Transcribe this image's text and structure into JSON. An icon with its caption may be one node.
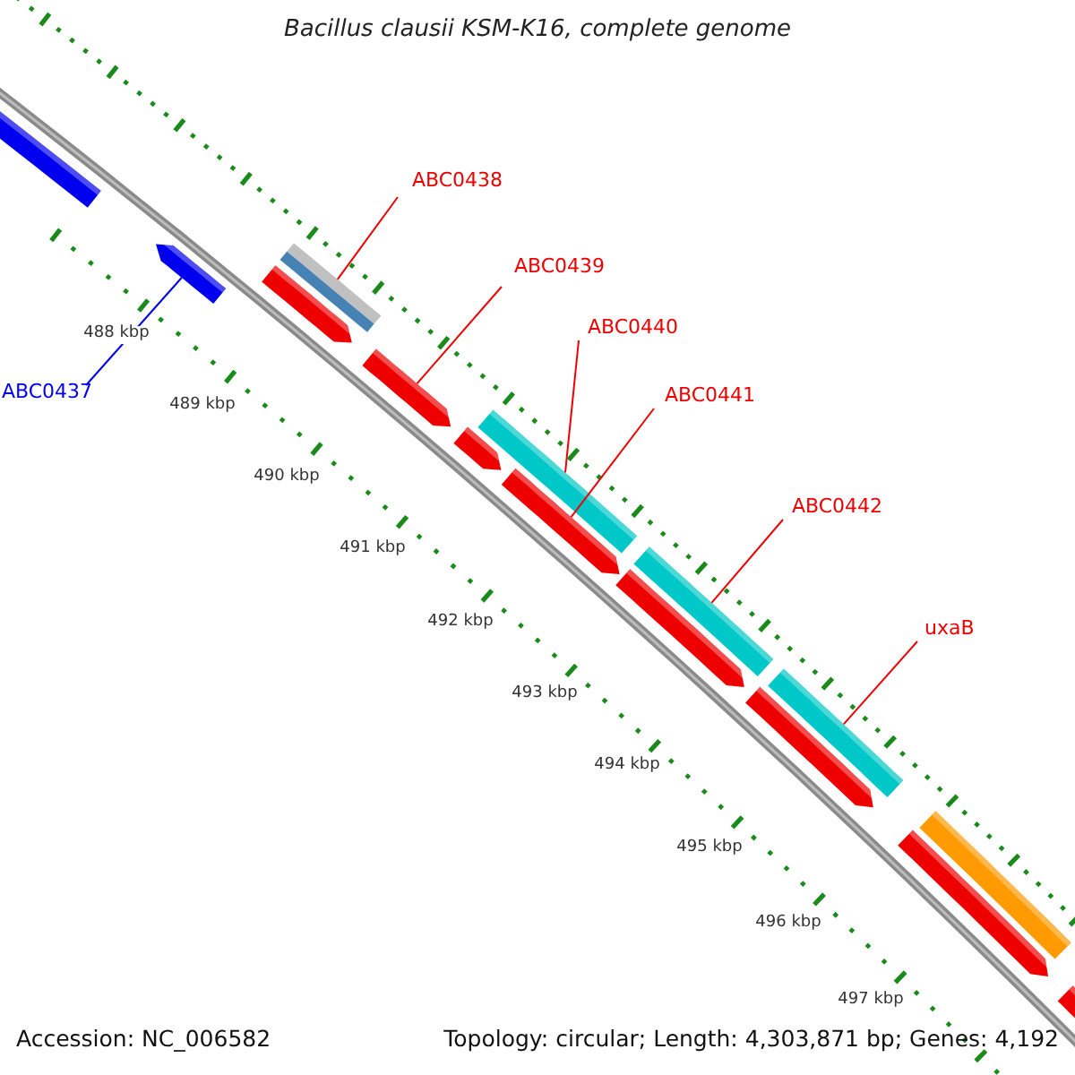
{
  "diagram": {
    "title": "Bacillus clausii KSM-K16, complete genome",
    "nodes": [
      {
        "text": [
          "ABC0437"
        ]
      },
      {
        "text": [],
        "shape": "bar"
      },
      {
        "text": [],
        "shape": "bar"
      },
      {
        "text": [
          "ABC0438"
        ]
      },
      {
        "text": [],
        "shape": "bar"
      },
      {
        "text": [],
        "shape": "bar"
      },
      {
        "text": [
          "ABC0439"
        ]
      },
      {
        "text": [],
        "shape": "bar"
      },
      {
        "text": [],
        "shape": "bar"
      },
      {
        "text": [
          "ABC0440"
        ]
      },
      {
        "text": [],
        "shape": "bar"
      },
      {
        "text": [
          "ABC0441"
        ]
      },
      {
        "text": [],
        "shape": "bar"
      },
      {
        "text": [],
        "shape": "bar"
      },
      {
        "text": [
          "ABC0442"
        ]
      },
      {
        "text": [],
        "shape": "bar"
      },
      {
        "text": [],
        "shape": "bar"
      },
      {
        "text": [
          "uxaB"
        ]
      },
      {
        "text": [],
        "shape": "bar"
      },
      {
        "text": [],
        "shape": "bar"
      },
      {
        "text": [],
        "shape": "bar"
      },
      {
        "text": [],
        "shape": "bar"
      }
    ],
    "edges": [
      {
        "from": 0,
        "to": 2,
        "arrow": "none",
        "color": "#0000ee"
      },
      {
        "from": 3,
        "to": 4,
        "arrow": "none"
      },
      {
        "from": 6,
        "to": 7,
        "arrow": "none"
      },
      {
        "from": 9,
        "to": 10,
        "arrow": "none"
      },
      {
        "from": 11,
        "to": 12,
        "arrow": "none"
      },
      {
        "from": 14,
        "to": 15,
        "arrow": "none"
      },
      {
        "from": 17,
        "to": 18,
        "arrow": "none"
      }
    ],
    "labels": [
      "488 kbp",
      "489 kbp",
      "490 kbp",
      "491 kbp",
      "492 kbp",
      "493 kbp",
      "494 kbp",
      "495 kbp",
      "496 kbp",
      "497 kbp",
      "Accession: NC_006582",
      "Topology: circular; Length: 4,303,871 bp; Genes: 4,192"
    ]
  }
}
